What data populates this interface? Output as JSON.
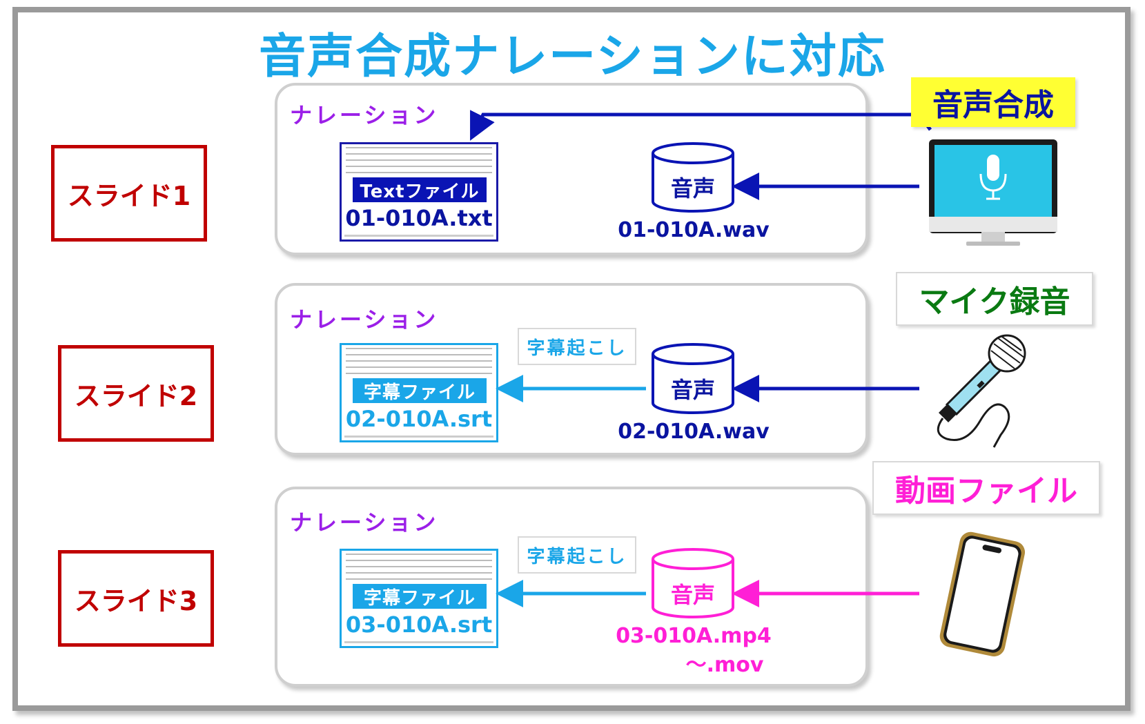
{
  "title": "音声合成ナレーションに対応",
  "rows": [
    {
      "slide_label": "スライド1",
      "narration_label": "ナレーション",
      "file_tag": "Textファイル",
      "file_name": "01-010A.txt",
      "audio_label": "音声",
      "audio_file": "01-010A.wav"
    },
    {
      "slide_label": "スライド2",
      "narration_label": "ナレーション",
      "file_tag": "字幕ファイル",
      "file_name": "02-010A.srt",
      "transcribe_label": "字幕起こし",
      "audio_label": "音声",
      "audio_file": "02-010A.wav"
    },
    {
      "slide_label": "スライド3",
      "narration_label": "ナレーション",
      "file_tag": "字幕ファイル",
      "file_name": "03-010A.srt",
      "transcribe_label": "字幕起こし",
      "audio_label": "音声",
      "audio_file": "03-010A.mp4",
      "audio_file_alt": "～.mov"
    }
  ],
  "sources": {
    "tts": "音声合成",
    "mic": "マイク録音",
    "video": "動画ファイル"
  },
  "colors": {
    "title": "#1aa6e8",
    "slide_border": "#c00000",
    "narration": "#9b1fe8",
    "tts_arrow": "#0a14b4",
    "subtitle_arrow": "#1aa6e8",
    "video": "#ff1fd6",
    "mic_label": "#0a7a12",
    "tts_label_bg": "#ffff33"
  },
  "icons": {
    "monitor": "monitor-mic-icon",
    "microphone": "microphone-icon",
    "smartphone": "smartphone-icon",
    "audio": "database-cylinder-icon"
  }
}
